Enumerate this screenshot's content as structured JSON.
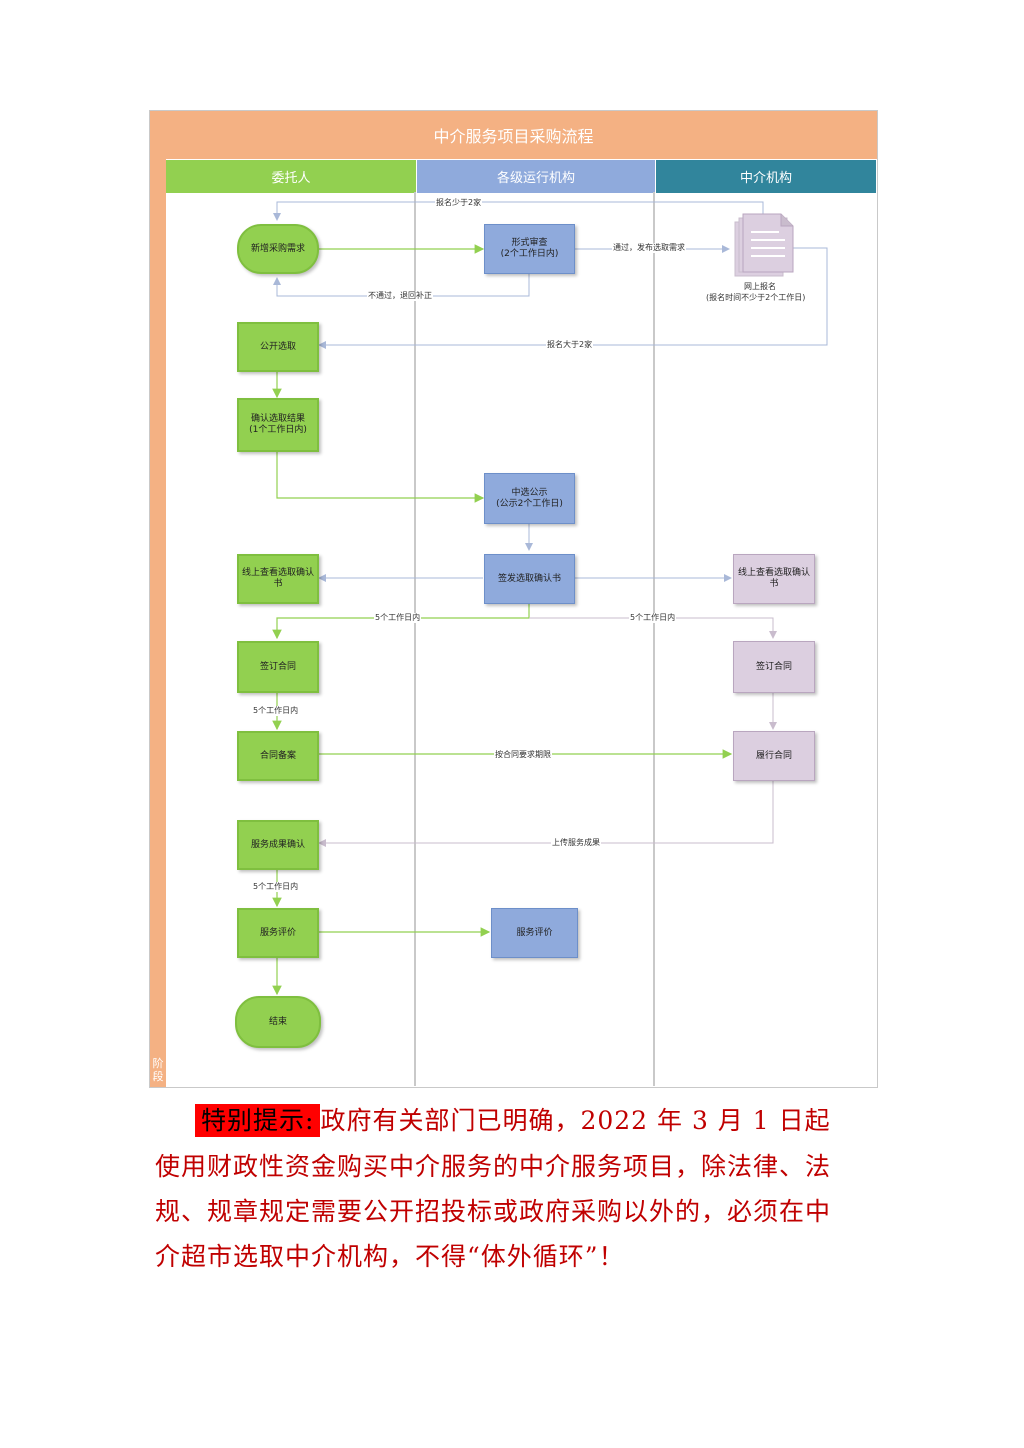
{
  "diagram": {
    "title": "中介服务项目采购流程",
    "stage_label": "阶段",
    "lanes": [
      "委托人",
      "各级运行机构",
      "中介机构"
    ],
    "nodes": {
      "new_demand": "新增采购需求",
      "form_review_1": "形式审查",
      "form_review_2": "(2个工作日内)",
      "online_apply_1": "网上报名",
      "online_apply_2": "(报名时间不少于2个工作日)",
      "public_select": "公开选取",
      "confirm_result_1": "确认选取结果",
      "confirm_result_2": "(1个工作日内)",
      "selected_notice_1": "中选公示",
      "selected_notice_2": "(公示2个工作日)",
      "view_confirm_client_1": "线上查看选取确认",
      "view_confirm_client_2": "书",
      "issue_confirm": "签发选取确认书",
      "view_confirm_agency_1": "线上查看选取确认",
      "view_confirm_agency_2": "书",
      "sign_contract_client": "签订合同",
      "sign_contract_agency": "签订合同",
      "contract_filing": "合同备案",
      "perform_contract": "履行合同",
      "service_result_confirm": "服务成果确认",
      "service_eval_client": "服务评价",
      "service_eval_center": "服务评价",
      "end": "结束"
    },
    "edge_labels": {
      "less_than_2": "报名少于2家",
      "pass_publish": "通过，发布选取需求",
      "fail_return": "不通过，退回补正",
      "more_than_2": "报名大于2家",
      "within_5_left": "5个工作日内",
      "within_5_right": "5个工作日内",
      "within_5_filing": "5个工作日内",
      "per_contract": "按合同要求期限",
      "upload_result": "上传服务成果",
      "within_5_eval": "5个工作日内"
    }
  },
  "notice": {
    "highlight": "特别提示:",
    "line1": "政府有关部门已明确，2022 年 3 月 1 日起",
    "line2": "使用财政性资金购买中介服务的中介服务项目，除法律、法",
    "line3": "规、规章规定需要公开招投标或政府采购以外的，必须在中",
    "line4": "介超市选取中介机构，不得“体外循环”！"
  }
}
